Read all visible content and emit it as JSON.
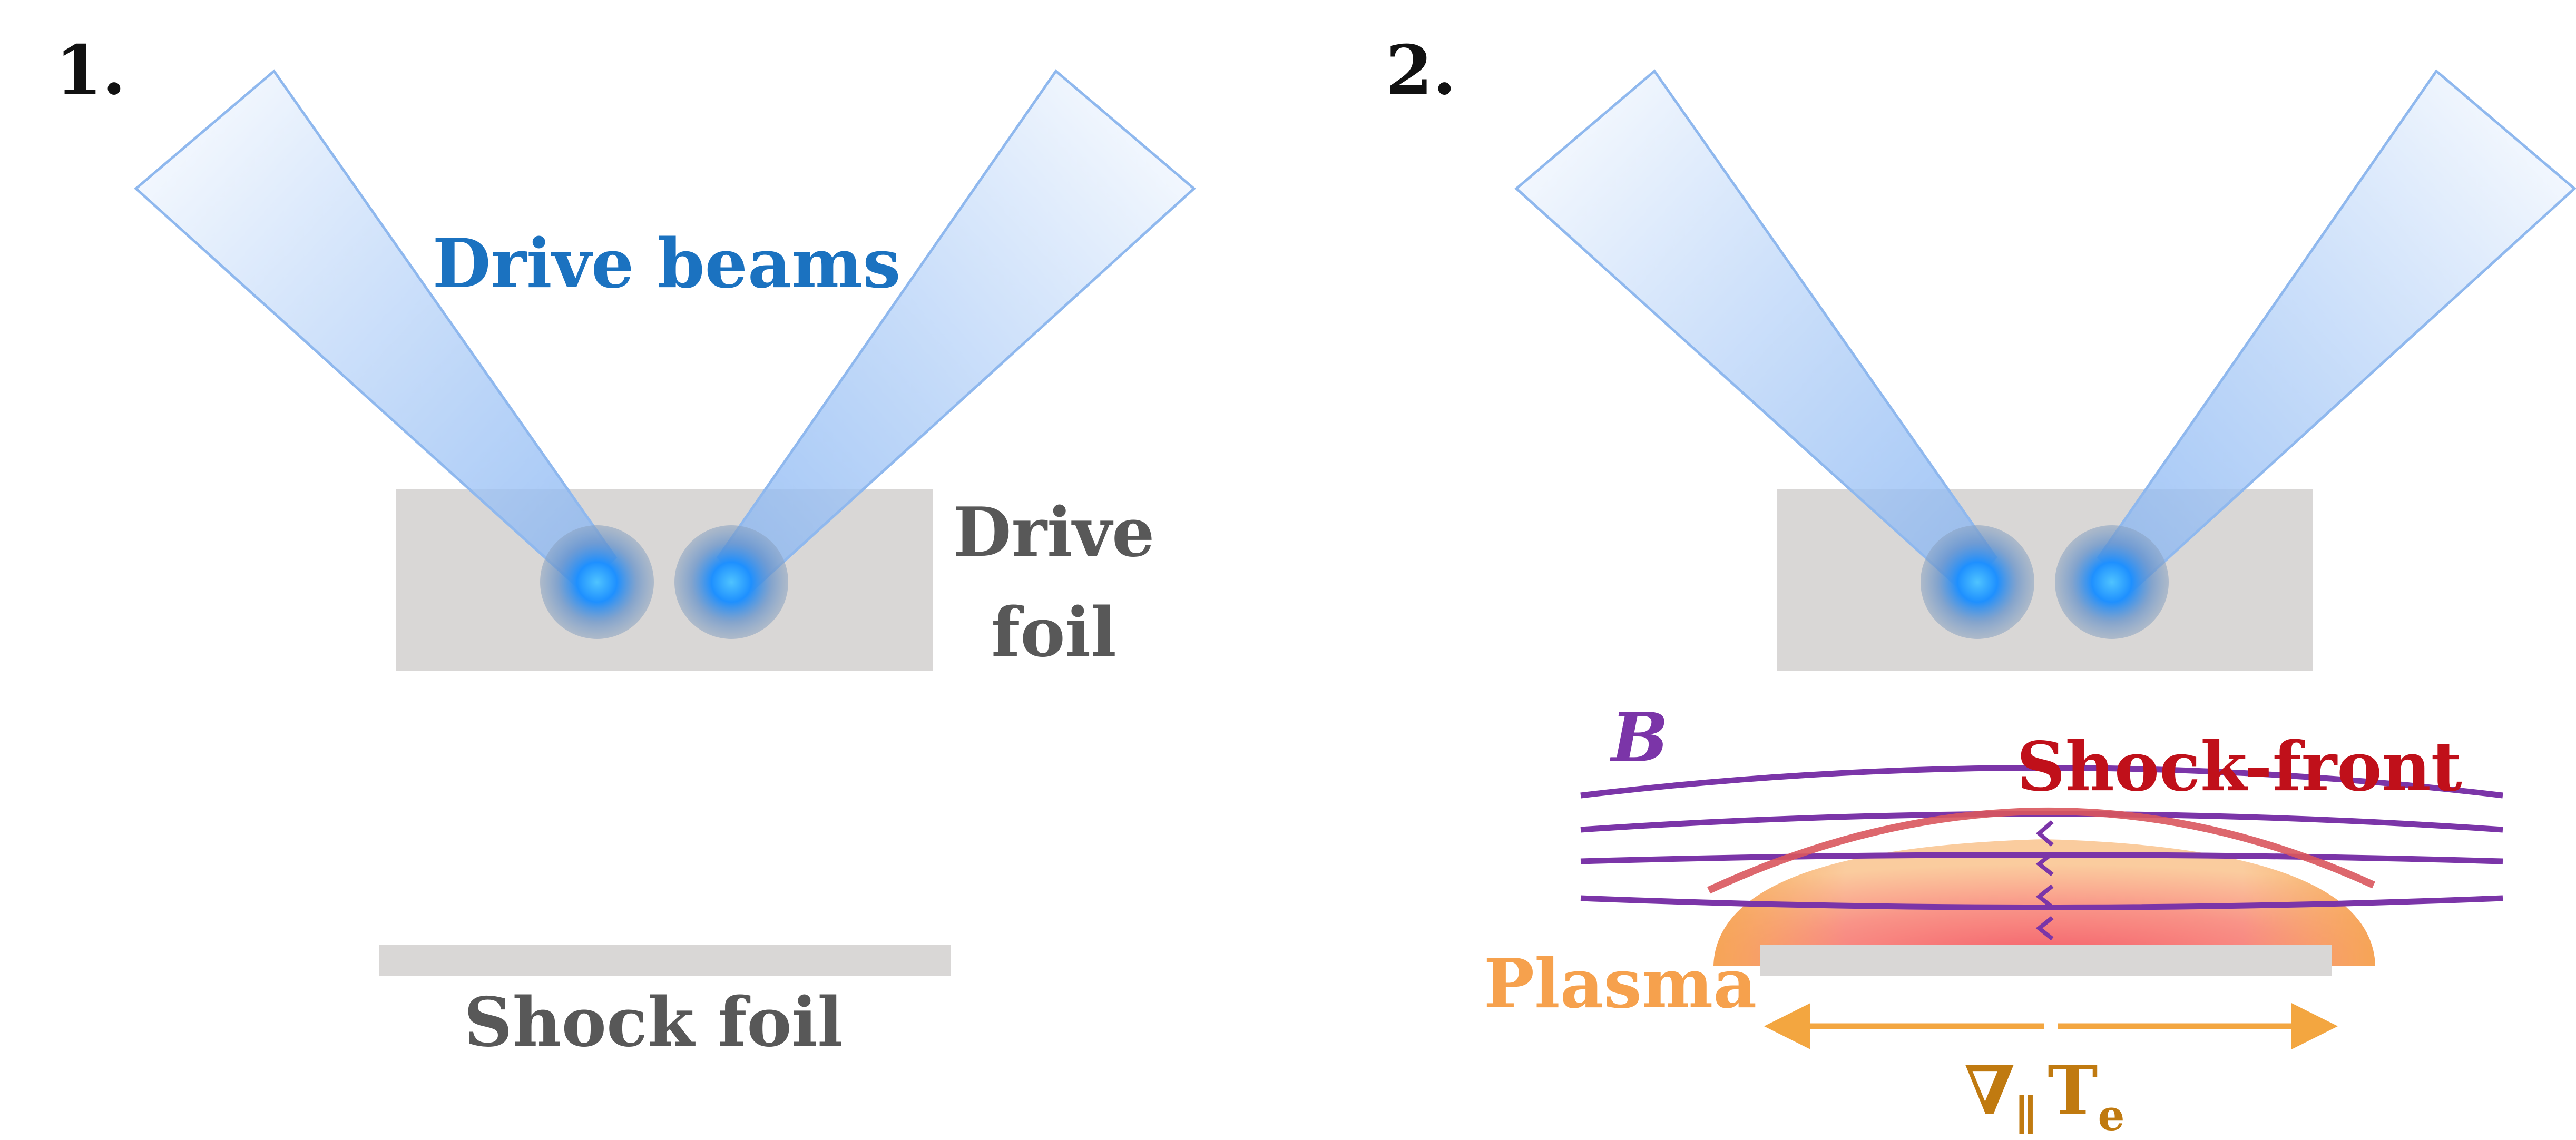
{
  "panels": [
    {
      "number": "1.",
      "labels": {
        "drive_beams": "Drive beams",
        "drive_foil_line1": "Drive",
        "drive_foil_line2": "foil",
        "shock_foil": "Shock foil"
      }
    },
    {
      "number": "2.",
      "labels": {
        "magnetic_field": "B",
        "shock_front": "Shock-front",
        "plasma": "Plasma",
        "gradient_symbol": "∇",
        "gradient_subscript": "∥",
        "gradient_variable": "T",
        "gradient_variable_subscript": "e"
      }
    }
  ],
  "colors": {
    "beam": "#9ec3f5",
    "beam_edge": "#8fb8ee",
    "beam_spot": "#1e90ff",
    "foil": "#d9d7d6",
    "foil_text": "#585858",
    "drive_beams_text": "#1b72c0",
    "field_lines": "#7b35a8",
    "shock_front": "#c0101a",
    "plasma": "#f6a14d",
    "plasma_core": "#f4505a",
    "gradient_arrow": "#f3a640",
    "gradient_text": "#c07a10",
    "number_text": "#111111"
  }
}
